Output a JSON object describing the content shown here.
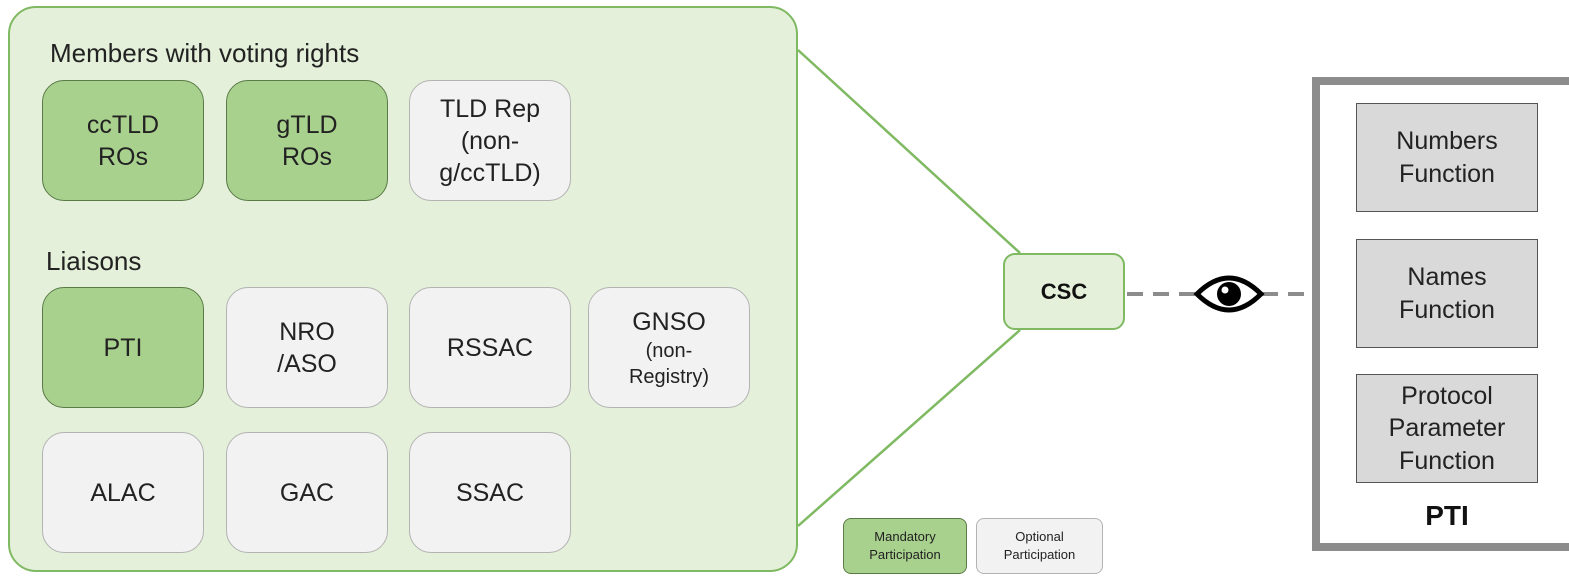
{
  "members": {
    "title": "Members with voting rights",
    "boxes": [
      {
        "label": "ccTLD\nROs",
        "type": "mandatory"
      },
      {
        "label": "gTLD\nROs",
        "type": "mandatory"
      },
      {
        "label": "TLD Rep\n(non-\ng/ccTLD)",
        "type": "optional"
      }
    ]
  },
  "liaisons": {
    "title": "Liaisons",
    "boxes": [
      {
        "label": "PTI",
        "type": "mandatory"
      },
      {
        "label": "NRO\n/ASO",
        "type": "optional"
      },
      {
        "label": "RSSAC",
        "type": "optional"
      },
      {
        "label": "GNSO",
        "sublabel": "(non-\nRegistry)",
        "type": "optional"
      },
      {
        "label": "ALAC",
        "type": "optional"
      },
      {
        "label": "GAC",
        "type": "optional"
      },
      {
        "label": "SSAC",
        "type": "optional"
      }
    ]
  },
  "csc": {
    "label": "CSC"
  },
  "monitor_icon": "eye-icon",
  "pti": {
    "label": "PTI",
    "functions": [
      {
        "label": "Numbers\nFunction"
      },
      {
        "label": "Names\nFunction"
      },
      {
        "label": "Protocol\nParameter\nFunction"
      }
    ]
  },
  "legend": {
    "mandatory": "Mandatory\nParticipation",
    "optional": "Optional\nParticipation"
  },
  "colors": {
    "panel_fill": "#e4f0d9",
    "panel_border": "#7fb962",
    "mandatory_fill": "#a9d18e",
    "optional_fill": "#f2f2f2",
    "function_fill": "#d9d9d9",
    "frame_gray": "#8c8c8c"
  }
}
